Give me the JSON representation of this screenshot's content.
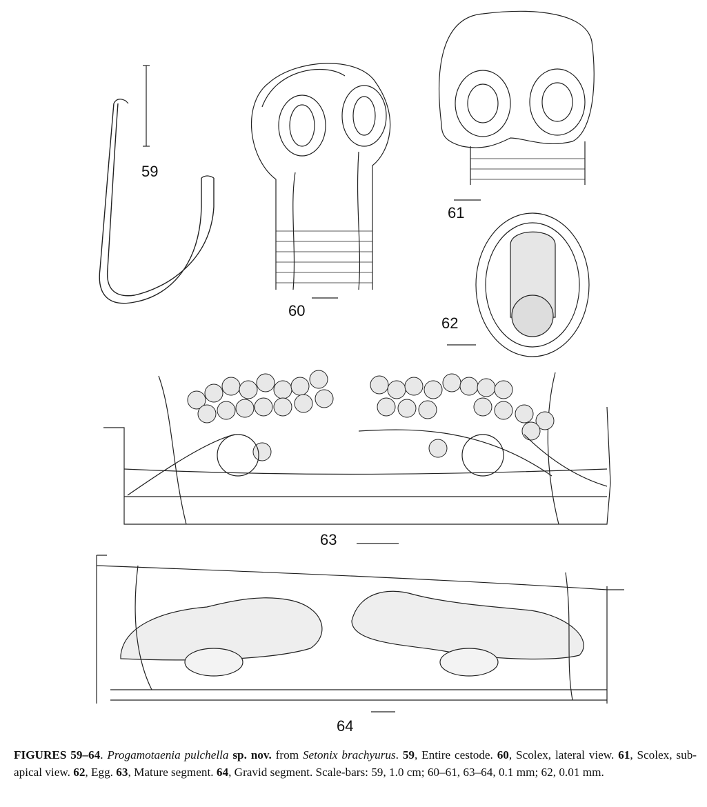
{
  "figure_labels": {
    "f59": "59",
    "f60": "60",
    "f61": "61",
    "f62": "62",
    "f63": "63",
    "f64": "64"
  },
  "caption": [
    {
      "t": "FIGURES 59–64",
      "s": "b"
    },
    {
      "t": ". ",
      "s": ""
    },
    {
      "t": "Progamotaenia pulchella",
      "s": "i"
    },
    {
      "t": " ",
      "s": ""
    },
    {
      "t": "sp. nov.",
      "s": "b"
    },
    {
      "t": " from ",
      "s": ""
    },
    {
      "t": "Setonix brachyurus",
      "s": "i"
    },
    {
      "t": ". ",
      "s": ""
    },
    {
      "t": "59",
      "s": "b"
    },
    {
      "t": ", Entire cestode. ",
      "s": ""
    },
    {
      "t": "60",
      "s": "b"
    },
    {
      "t": ", Scolex, lateral view. ",
      "s": ""
    },
    {
      "t": "61",
      "s": "b"
    },
    {
      "t": ", Scolex, sub-apical view. ",
      "s": ""
    },
    {
      "t": "62",
      "s": "b"
    },
    {
      "t": ", Egg. ",
      "s": ""
    },
    {
      "t": "63",
      "s": "b"
    },
    {
      "t": ", Mature segment. ",
      "s": ""
    },
    {
      "t": "64",
      "s": "b"
    },
    {
      "t": ", Gravid segment. Scale-bars: 59, 1.0 cm; 60–61, 63–64, 0.1 mm; 62, 0.01 mm.",
      "s": ""
    }
  ]
}
